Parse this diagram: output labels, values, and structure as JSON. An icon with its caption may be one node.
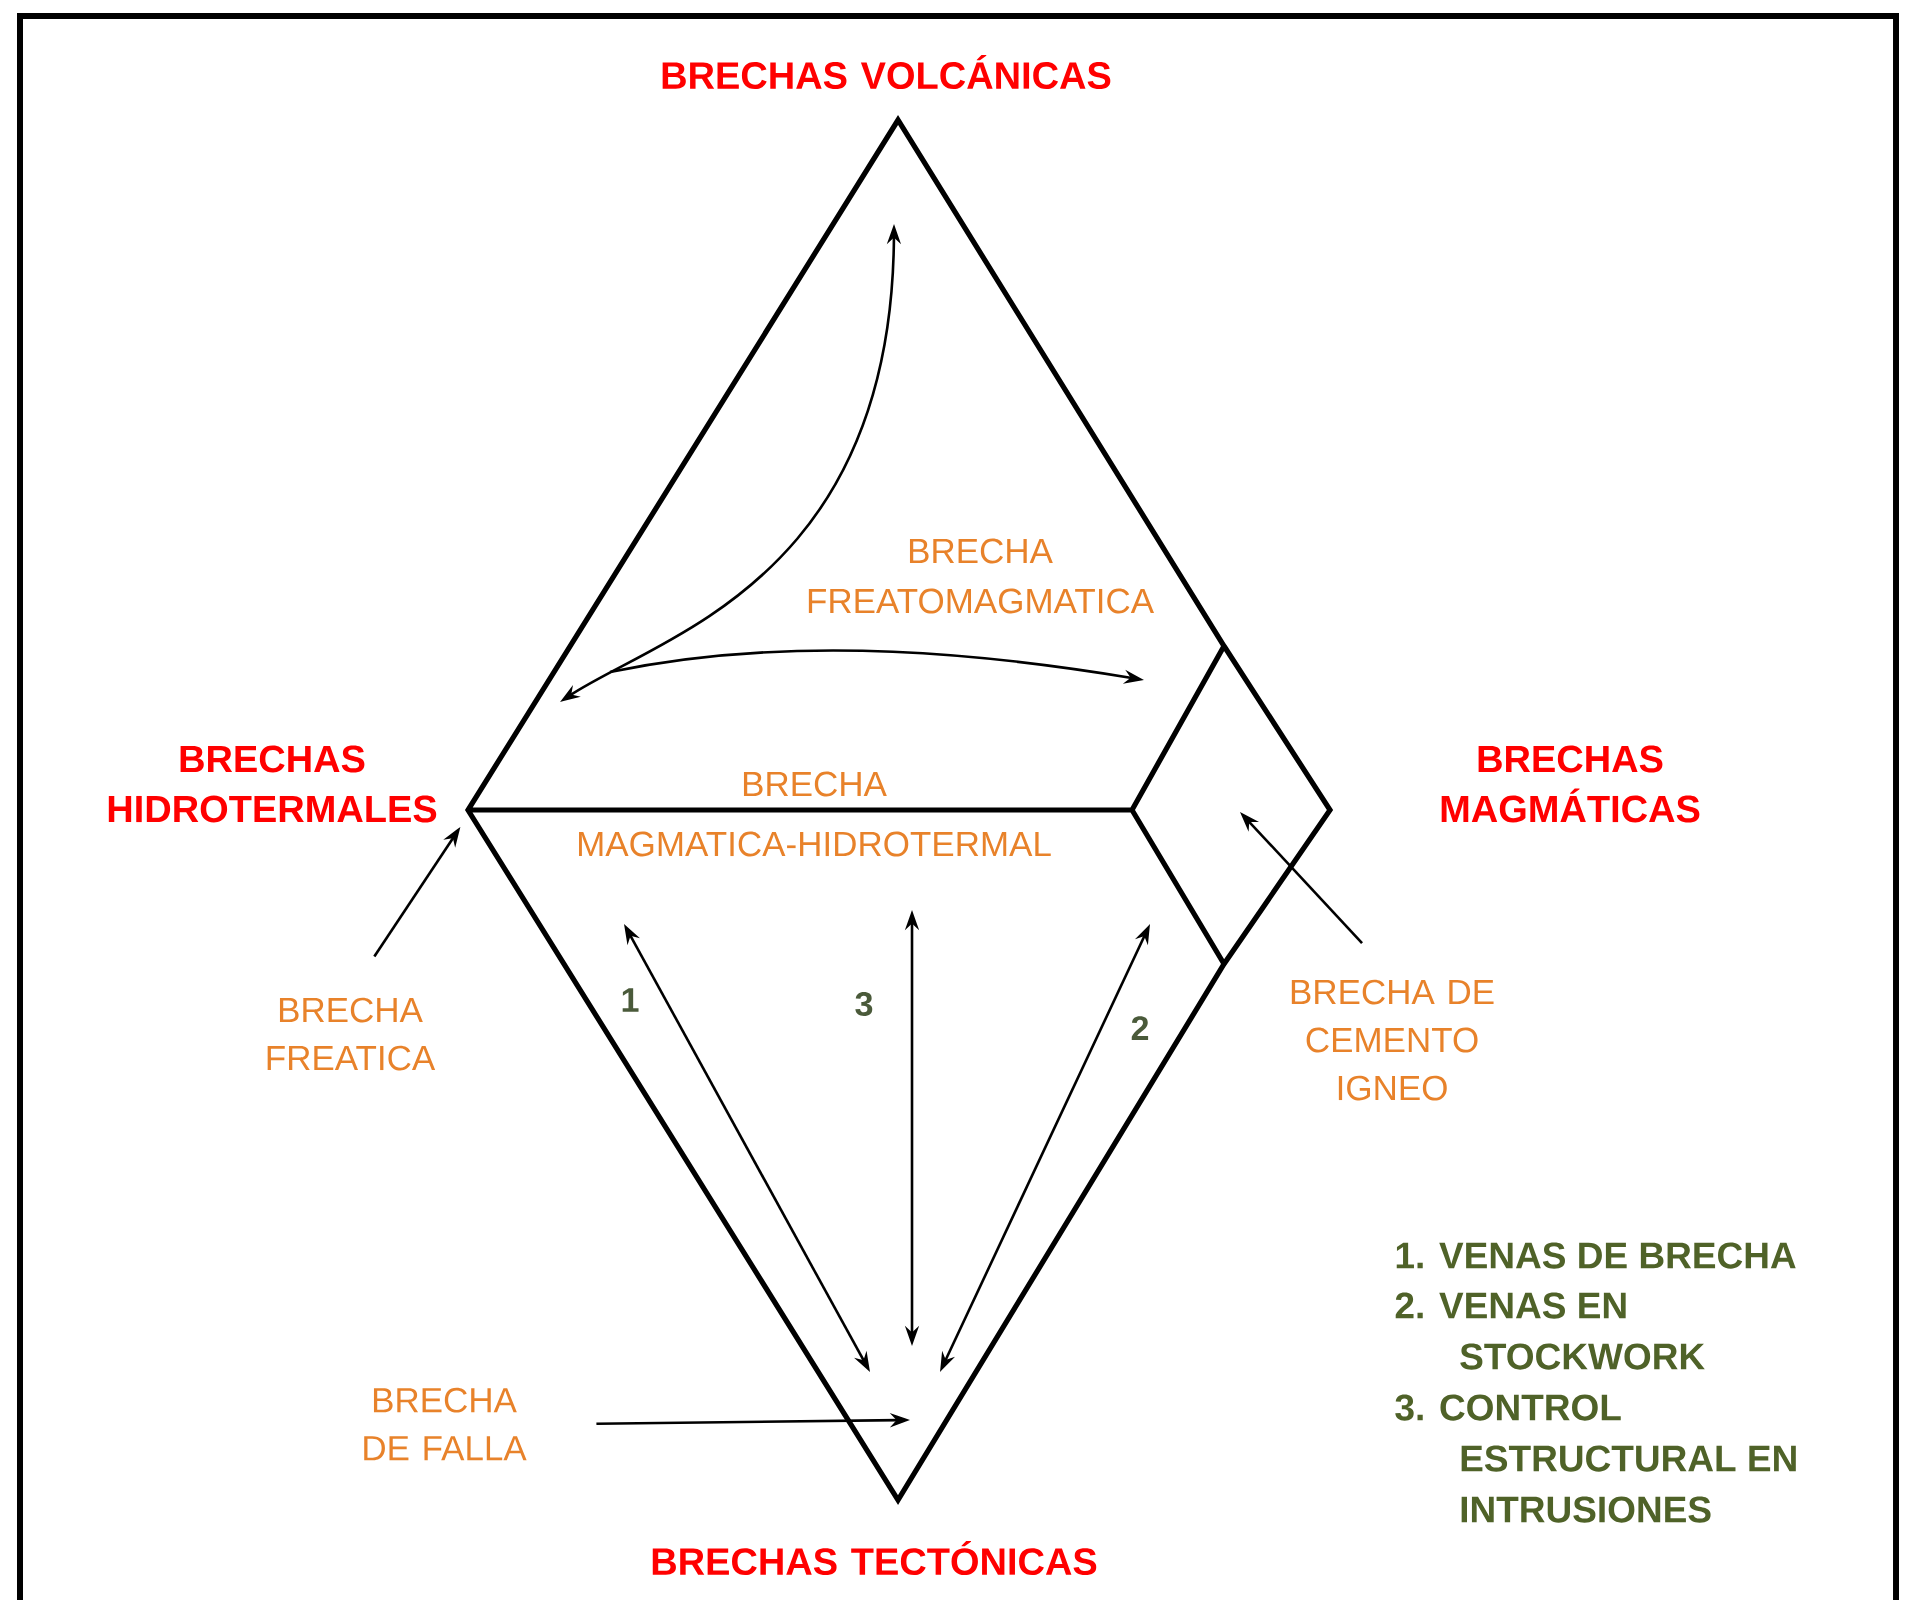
{
  "diagram": {
    "nodes": [
      {
        "text": [
          "BRECHAS HIDROTERMALES"
        ]
      },
      {
        "text": [
          "BRECHA FREATICA"
        ]
      },
      {
        "text": [
          "BRECHA DE CEMENTO IGNEO"
        ]
      },
      {
        "text": [
          "BRECHA DE FALLA"
        ]
      }
    ],
    "edges": [
      {
        "from": 1,
        "to": 0,
        "arrow": "to"
      },
      {
        "from": 2,
        "to": null,
        "arrow": "to"
      },
      {
        "from": 3,
        "to": null,
        "arrow": "to"
      }
    ],
    "labels": [
      "BRECHAS VOLCÁNICAS",
      "BRECHA FREATOMAGMATICA",
      "BRECHA",
      "BRECHAS MAGMÁTICAS",
      "MAGMATICA-HIDROTERMAL",
      "1",
      "3",
      "2",
      "1. VENAS DE BRECHA",
      "2. VENAS EN STOCKWORK",
      "3. CONTROL ESTRUCTURAL EN INTRUSIONES",
      "BRECHAS TECTÓNICAS"
    ]
  }
}
